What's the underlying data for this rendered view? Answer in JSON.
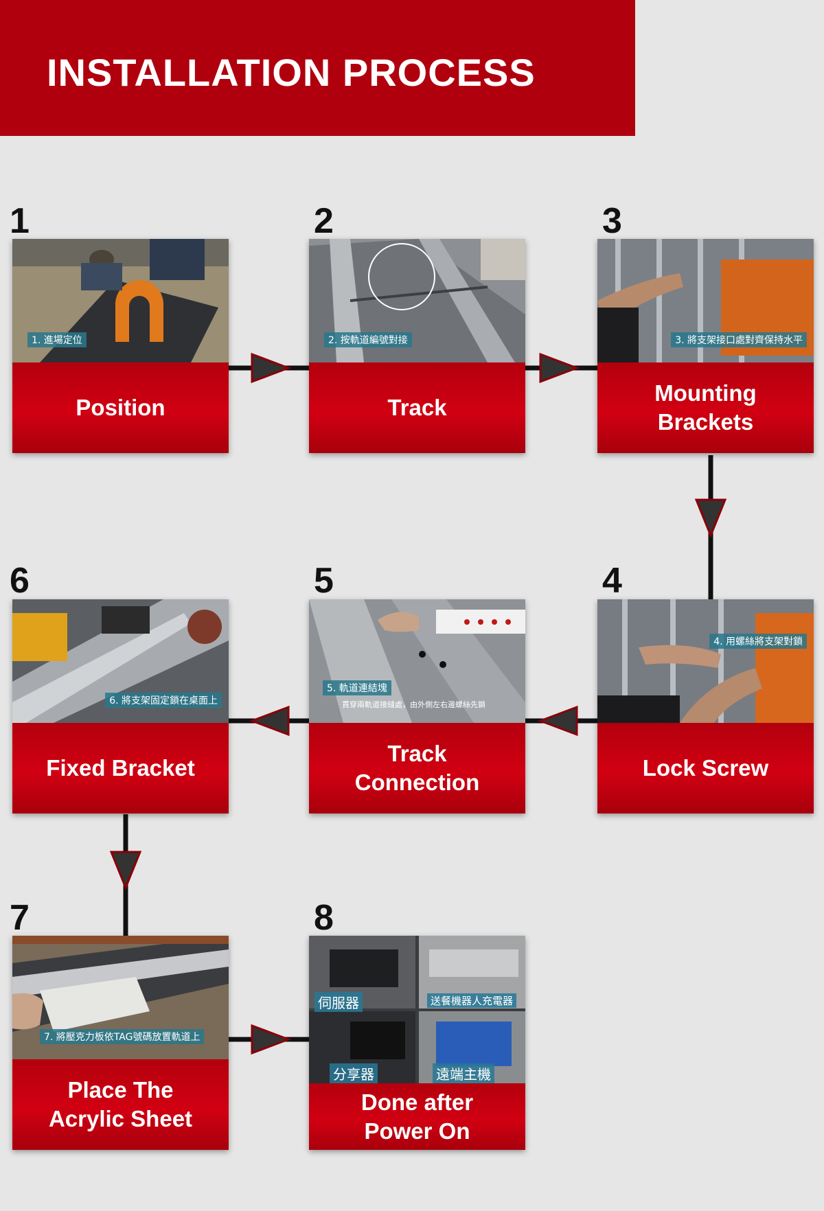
{
  "header": {
    "title": "INSTALLATION PROCESS"
  },
  "colors": {
    "brand_red": "#b0000e",
    "background": "#e6e6e6",
    "caption_teal": "#287888"
  },
  "steps": [
    {
      "number": "1",
      "label": "Position",
      "caption": "1. 進場定位"
    },
    {
      "number": "2",
      "label": "Track",
      "caption": "2. 按軌道編號對接"
    },
    {
      "number": "3",
      "label": "Mounting\nBrackets",
      "caption": "3. 將支架接口處對齊保持水平"
    },
    {
      "number": "4",
      "label": "Lock Screw",
      "caption": "4. 用螺絲將支架對鎖"
    },
    {
      "number": "5",
      "label": "Track\nConnection",
      "caption": "5. 軌道連結塊",
      "subcaption": "貫穿兩軌道接縫處，由外側左右邊螺絲先鎖"
    },
    {
      "number": "6",
      "label": "Fixed Bracket",
      "caption": "6. 將支架固定鎖在桌面上"
    },
    {
      "number": "7",
      "label": "Place The\nAcrylic Sheet",
      "caption": "7. 將壓克力板依TAG號碼放置軌道上"
    },
    {
      "number": "8",
      "label": "Done after\nPower On",
      "tags": [
        "伺服器",
        "送餐機器人充電器",
        "分享器",
        "遠端主機"
      ]
    }
  ]
}
